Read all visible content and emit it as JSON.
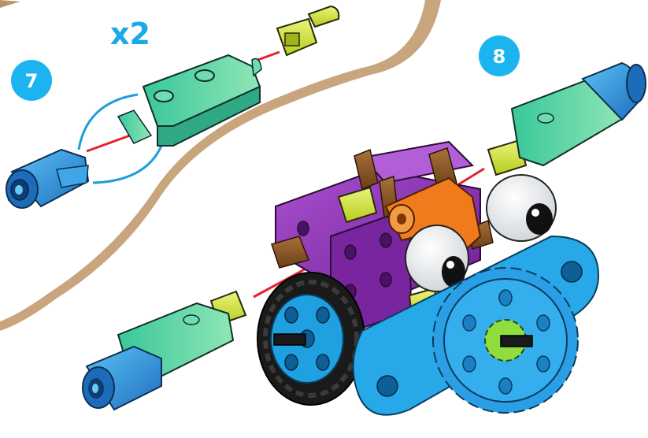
{
  "steps": [
    {
      "number": "7"
    },
    {
      "number": "8"
    }
  ],
  "quantity_label": "x2",
  "colors": {
    "step_badge": "#1cb4ee",
    "panel_tan": "#c9a57e",
    "panel_border": "#a8875f",
    "quantity": "#18a9e6",
    "connector_blue": "#2a8fd6",
    "connector_green": "#4fd1a6",
    "axle_yellow": "#d6ea3c",
    "frame_purple": "#8d2fb0",
    "wheel_tire": "#1a1a1a",
    "wheel_hub": "#1fa0e0",
    "gear_blue": "#2a9fe6",
    "crank_orange": "#f07b1c",
    "guide_red": "#e8202f",
    "guide_blue": "#1b9fd9"
  },
  "icons": {
    "eyes": "googly-eyes-icon",
    "gear": "gear-icon",
    "wheel": "wheel-icon"
  }
}
